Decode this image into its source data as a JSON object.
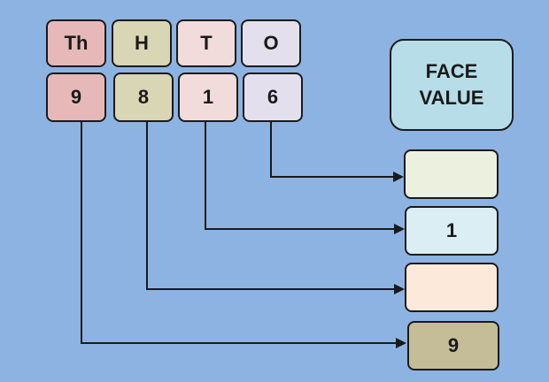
{
  "place_headers": [
    {
      "label": "Th",
      "color": "#e6b9b8"
    },
    {
      "label": "H",
      "color": "#d8d6b4"
    },
    {
      "label": "T",
      "color": "#f2dcdb"
    },
    {
      "label": "O",
      "color": "#e4dfec"
    }
  ],
  "digits": [
    {
      "label": "9",
      "color": "#e6b9b8"
    },
    {
      "label": "8",
      "color": "#d8d6b4"
    },
    {
      "label": "1",
      "color": "#f2dcdb"
    },
    {
      "label": "6",
      "color": "#e4dfec"
    }
  ],
  "face_value_title": {
    "line1": "FACE",
    "line2": "VALUE",
    "color": "#b7dee8"
  },
  "answer_boxes": [
    {
      "value": "",
      "color": "#ebf1de"
    },
    {
      "value": "1",
      "color": "#daeef3"
    },
    {
      "value": "",
      "color": "#fde9d9"
    },
    {
      "value": "9",
      "color": "#c4bd97"
    }
  ],
  "colors": {
    "background": "#8db3e2",
    "line": "#1a1a1a"
  }
}
